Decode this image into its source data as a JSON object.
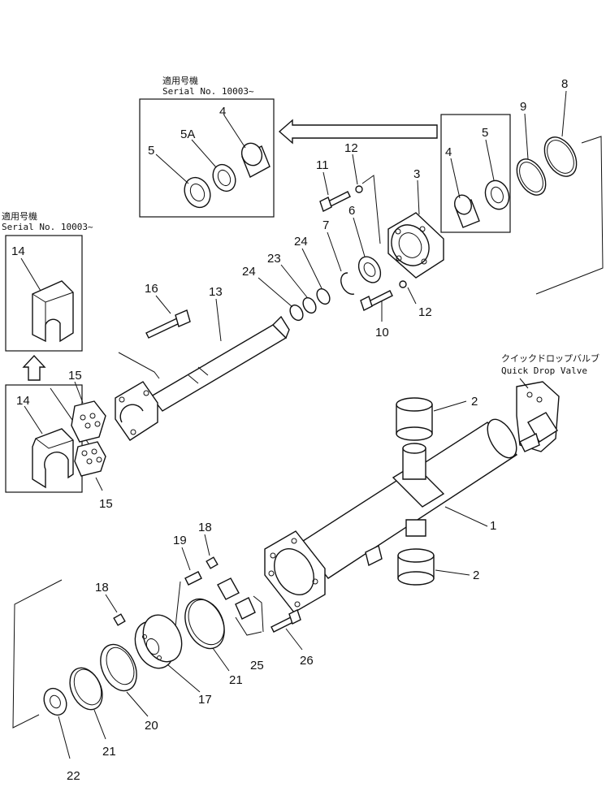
{
  "notes": {
    "serial_top_jp": "適用号機",
    "serial_top_en": "Serial No. 10003~",
    "serial_left_jp": "適用号機",
    "serial_left_en": "Serial No. 10003~",
    "valve_jp": "クイックドロップバルブ",
    "valve_en": "Quick Drop Valve"
  },
  "callouts": {
    "p1": "1",
    "p2a": "2",
    "p2b": "2",
    "p3": "3",
    "p4a": "4",
    "p4b": "4",
    "p5a": "5",
    "p5b": "5",
    "p5A": "5A",
    "p6": "6",
    "p7": "7",
    "p8": "8",
    "p9": "9",
    "p10": "10",
    "p11": "11",
    "p12a": "12",
    "p12b": "12",
    "p13": "13",
    "p14a": "14",
    "p14b": "14",
    "p15a": "15",
    "p15b": "15",
    "p16": "16",
    "p17": "17",
    "p18a": "18",
    "p18b": "18",
    "p19": "19",
    "p20": "20",
    "p21a": "21",
    "p21b": "21",
    "p22": "22",
    "p23": "23",
    "p24a": "24",
    "p24b": "24",
    "p25": "25",
    "p26": "26"
  }
}
